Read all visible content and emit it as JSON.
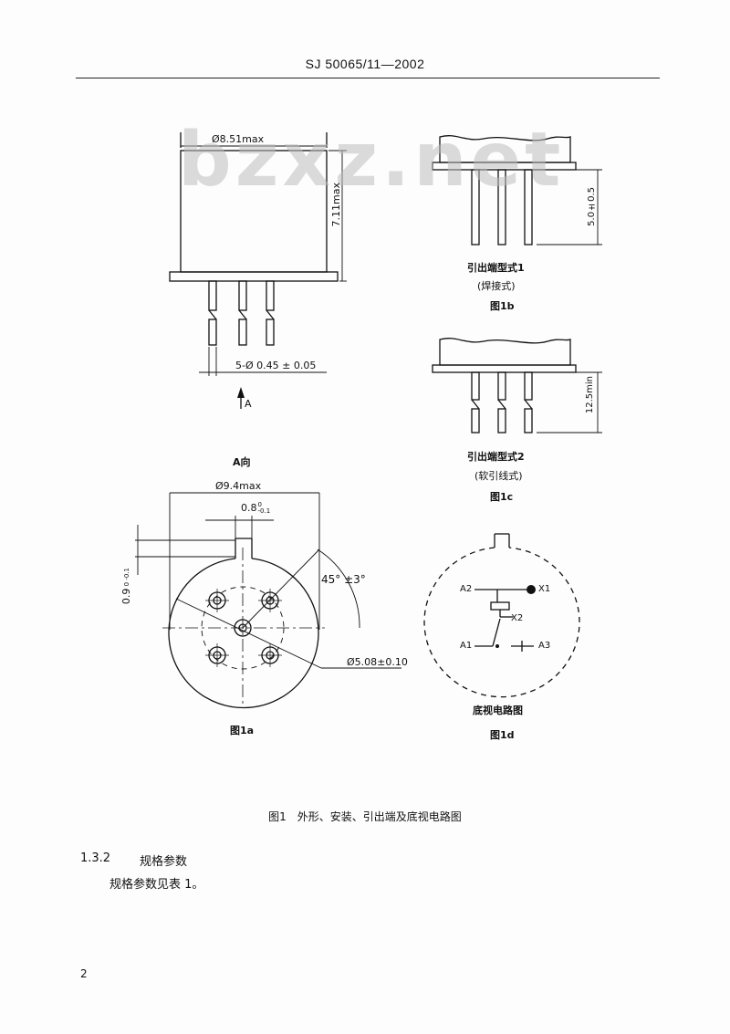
{
  "header": {
    "code": "SJ 50065/11—2002"
  },
  "watermark": "bzxz.net",
  "fig1a_top": {
    "diameter_label": "Ø8.51max",
    "height_label": "7.11max",
    "lead_label": "5-Ø 0.45 ± 0.05",
    "arrow_label": "A"
  },
  "fig1b": {
    "dim_label": "5.0±0.5",
    "title": "引出端型式1",
    "subtitle": "(焊接式)",
    "caption": "图1b"
  },
  "fig1c": {
    "dim_label": "12.5min",
    "title": "引出端型式2",
    "subtitle": "(软引线式)",
    "caption": "图1c"
  },
  "fig1a_view": {
    "view_label": "A向",
    "diameter_label": "Ø9.4max",
    "tab_width_main": "0.8",
    "tab_width_sup": "0",
    "tab_width_sub": "-0.1",
    "tab_height_main": "0.9",
    "tab_height_sup": "0",
    "tab_height_sub": "-0.1",
    "angle_label": "45° ±3°",
    "pin_circle_label": "Ø5.08±0.10",
    "caption": "图1a"
  },
  "fig1d": {
    "pins": {
      "a2": "A2",
      "x1": "X1",
      "x2": "X2",
      "a1": "A1",
      "a3": "A3"
    },
    "title": "底视电路图",
    "caption": "图1d"
  },
  "figure_caption": "图1　外形、安装、引出端及底视电路图",
  "section": {
    "number": "1.3.2",
    "title": "规格参数",
    "body": "规格参数见表 1。"
  },
  "page_number": "2"
}
